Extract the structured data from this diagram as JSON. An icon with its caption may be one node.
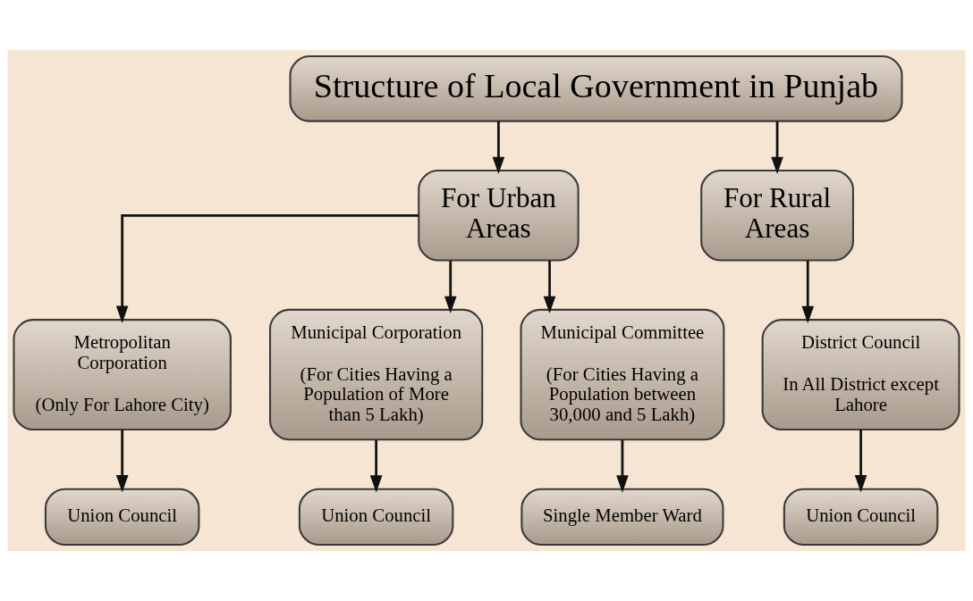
{
  "diagram": {
    "nodes": [
      {
        "text": [
          "Structure of Local Government in Punjab"
        ]
      },
      {
        "text": [
          "For Urban Areas"
        ]
      },
      {
        "text": [
          "For Rural Areas"
        ]
      },
      {
        "text": [
          "Metropolitan Corporation",
          "(Only For Lahore City)"
        ]
      },
      {
        "text": [
          "Municipal Corporation",
          "(For Cities Having a Population of More than 5 Lakh)"
        ]
      },
      {
        "text": [
          "Municipal Committee",
          "(For Cities Having a Population between 30,000 and 5 Lakh)"
        ]
      },
      {
        "text": [
          "District Council",
          "In All District except Lahore"
        ]
      },
      {
        "text": [
          "Union Council"
        ]
      },
      {
        "text": [
          "Union Council"
        ]
      },
      {
        "text": [
          "Single Member Ward"
        ]
      },
      {
        "text": [
          "Union Council"
        ]
      }
    ],
    "edges": [
      {
        "from": 0,
        "to": 1,
        "arrow": "to"
      },
      {
        "from": 0,
        "to": 2,
        "arrow": "to"
      },
      {
        "from": 1,
        "to": 3,
        "arrow": "to"
      },
      {
        "from": 1,
        "to": 4,
        "arrow": "to"
      },
      {
        "from": 1,
        "to": 5,
        "arrow": "to"
      },
      {
        "from": 2,
        "to": 6,
        "arrow": "to"
      },
      {
        "from": 3,
        "to": 7,
        "arrow": "to"
      },
      {
        "from": 4,
        "to": 8,
        "arrow": "to"
      },
      {
        "from": 5,
        "to": 9,
        "arrow": "to"
      },
      {
        "from": 6,
        "to": 10,
        "arrow": "to"
      }
    ]
  }
}
